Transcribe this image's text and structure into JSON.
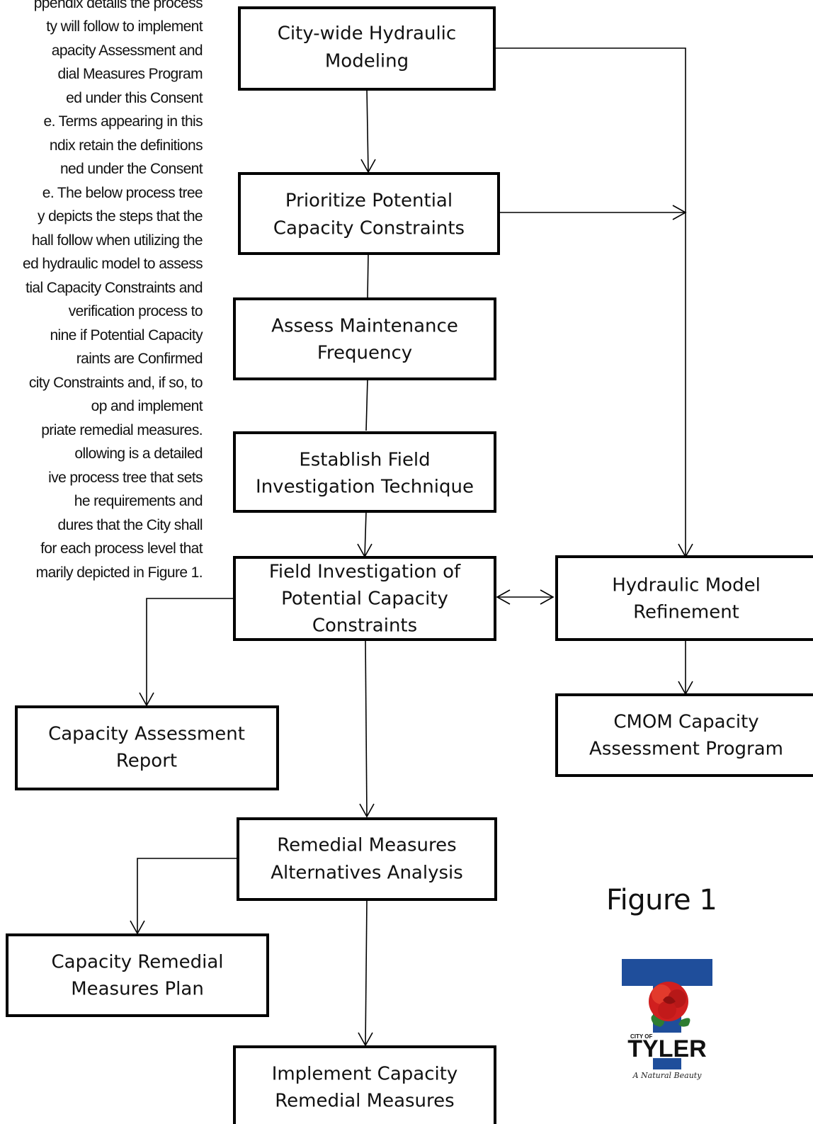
{
  "intro_text": {
    "lines": [
      "ppendix details the process",
      "ty will follow to implement",
      "apacity Assessment and",
      "dial Measures Program",
      "ed under this Consent",
      "e. Terms appearing in this",
      "ndix retain the definitions",
      "ned under the Consent",
      "e.  The below process tree",
      "y depicts the steps that the",
      "hall follow when utilizing the",
      "ed hydraulic model to assess",
      "tial Capacity Constraints and",
      " verification process to",
      "nine if Potential Capacity",
      "raints are Confirmed",
      "city Constraints and, if so, to",
      "op and implement",
      "priate remedial measures.",
      "ollowing is a detailed",
      "ive process tree that sets",
      "he requirements and",
      "dures that the City shall",
      " for each process level that",
      "marily depicted in Figure 1."
    ]
  },
  "flowchart": {
    "boxes": {
      "hydraulic_modeling": [
        "City-wide Hydraulic",
        "Modeling"
      ],
      "prioritize": [
        "Prioritize Potential",
        "Capacity Constraints"
      ],
      "maintenance": [
        "Assess Maintenance",
        "Frequency"
      ],
      "field_technique": [
        "Establish Field",
        "Investigation Technique"
      ],
      "field_investigation": [
        "Field Investigation of",
        "Potential Capacity",
        "Constraints"
      ],
      "model_refinement": [
        "Hydraulic Model",
        "Refinement"
      ],
      "assessment_report": [
        "Capacity Assessment",
        "Report"
      ],
      "cmom": [
        "CMOM Capacity",
        "Assessment Program"
      ],
      "alternatives": [
        "Remedial Measures",
        "Alternatives Analysis"
      ],
      "remedial_plan": [
        "Capacity Remedial",
        "Measures Plan"
      ],
      "implement": [
        "Implement Capacity",
        "Remedial Measures"
      ]
    }
  },
  "figure_label": "Figure 1",
  "logo": {
    "small_text": "CITY OF",
    "word": "TYLER",
    "tagline": "A Natural Beauty",
    "colors": {
      "blue": "#1f4e9b",
      "rose": "#d01f1f",
      "leaf": "#2e7d32"
    }
  }
}
